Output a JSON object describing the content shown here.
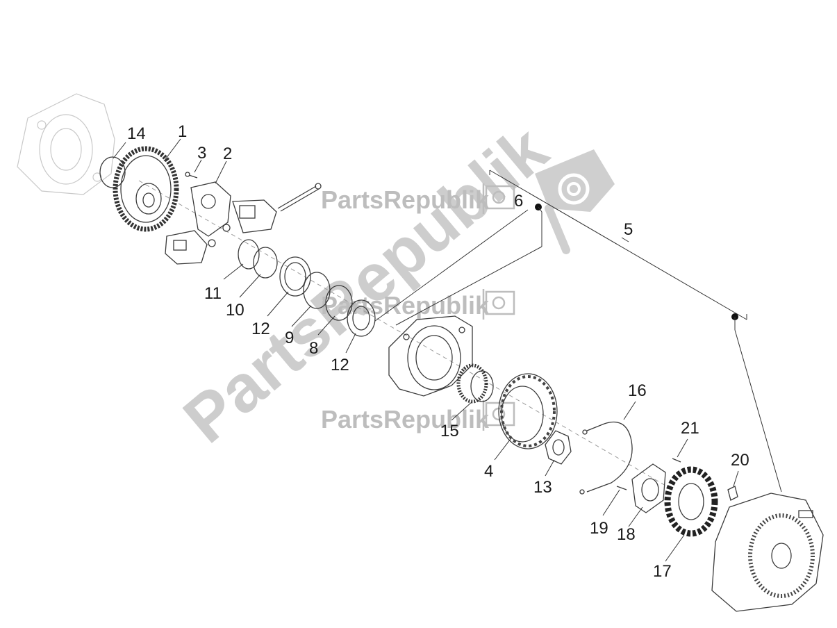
{
  "watermark": {
    "brand": "PartsRepublik",
    "color": "#bdbdbd"
  },
  "callouts": {
    "c1": "1",
    "c2": "2",
    "c3": "3",
    "c4": "4",
    "c5": "5",
    "c6": "6",
    "c8": "8",
    "c9": "9",
    "c10": "10",
    "c11": "11",
    "c12a": "12",
    "c12b": "12",
    "c13": "13",
    "c14": "14",
    "c15": "15",
    "c16": "16",
    "c17": "17",
    "c18": "18",
    "c19": "19",
    "c20": "20",
    "c21": "21"
  }
}
